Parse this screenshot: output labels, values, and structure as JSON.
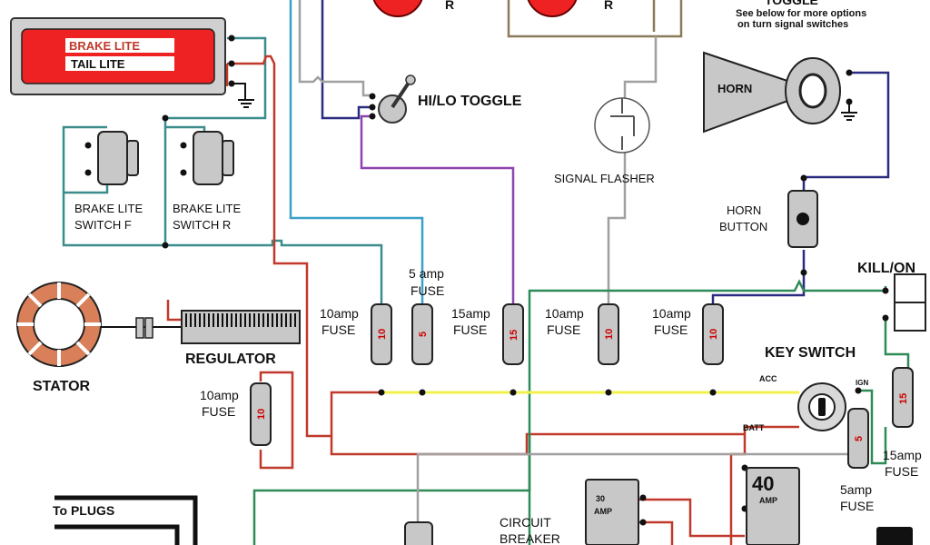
{
  "colors": {
    "red_wire": "#c0392b",
    "green_wire": "#2e8b57",
    "teal_wire": "#3c8c8c",
    "navy_wire": "#2b2b80",
    "purple_wire": "#8e44ad",
    "yellow_wire": "#f1f14a",
    "blue_wire": "#3aa0c8",
    "gray_wire": "#a0a0a0",
    "brown_wire": "#8b7a5a",
    "light_red": "#ee2222",
    "stator_orange": "#d9805a",
    "component_gray": "#c8c8c8"
  },
  "labels": {
    "brake_lite": "BRAKE LITE",
    "tail_lite": "TAIL LITE",
    "toggle_title": "TOGGLE",
    "toggle_note_1": "See below for more options",
    "toggle_note_2": "on turn signal switches",
    "r_left": "R",
    "r_right": "R",
    "hi_lo_toggle": "HI/LO TOGGLE",
    "horn": "HORN",
    "signal_flasher": "SIGNAL FLASHER",
    "brake_switch_f_1": "BRAKE LITE",
    "brake_switch_f_2": "SWITCH  F",
    "brake_switch_r_1": "BRAKE LITE",
    "brake_switch_r_2": "SWITCH  R",
    "horn_button_1": "HORN",
    "horn_button_2": "BUTTON",
    "kill_on": "KILL/ON",
    "stator": "STATOR",
    "regulator": "REGULATOR",
    "key_switch": "KEY SWITCH",
    "acc": "ACC",
    "ign": "IGN",
    "batt": "BATT",
    "to_plugs": "To PLUGS",
    "circuit_breaker_1": "CIRCUIT",
    "circuit_breaker_2": "BREAKER",
    "fuse_word": "FUSE",
    "amp_word": "AMP"
  },
  "fuses": {
    "f1_rating": "10amp",
    "f1_value": "10",
    "f2_rating": "5 amp",
    "f2_value": "5",
    "f3_rating": "15amp",
    "f3_value": "15",
    "f4_rating": "10amp",
    "f4_value": "10",
    "f5_rating": "10amp",
    "f5_value": "10",
    "f6_rating": "10amp",
    "f6_value": "10",
    "f7_rating": "5amp",
    "f7_value": "5",
    "f8_rating": "15amp",
    "f8_value": "15"
  },
  "breakers": {
    "b30_value": "30",
    "b40_value": "40"
  }
}
